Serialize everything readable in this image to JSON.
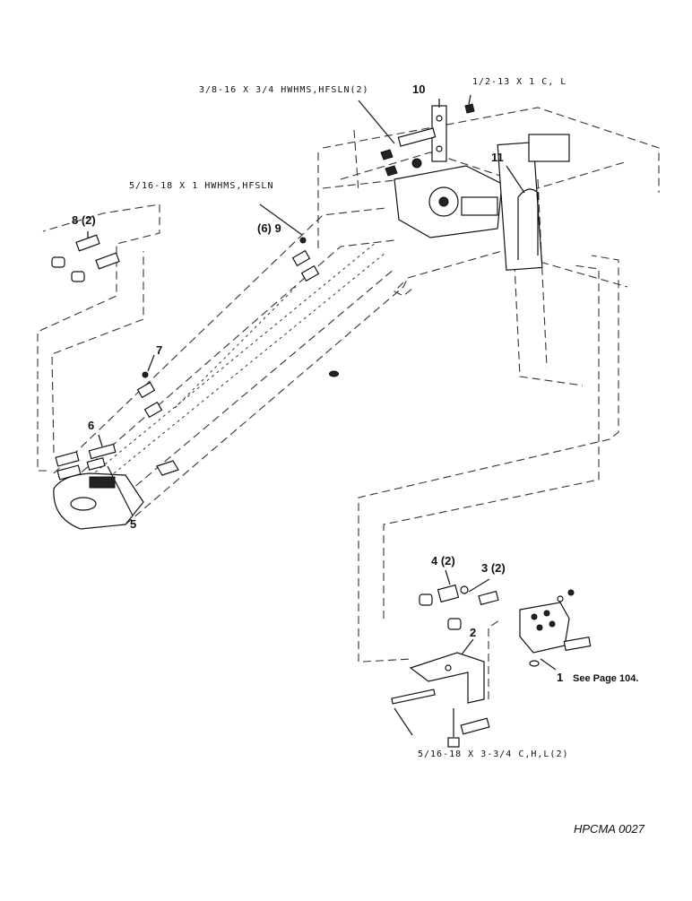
{
  "labels": {
    "bolt_10_spec": "3/8-16 X 3/4 HWHMS,HFSLN(2)",
    "bolt_cl_spec": "1/2-13 X 1 C, L",
    "bolt_9_spec": "5/16-18 X 1 HWHMS,HFSLN",
    "bolt_bottom_spec": "5/16-18 X 3-3/4 C,H,L(2)",
    "see_page": "See Page 104."
  },
  "callouts": {
    "p1": "1",
    "p2": "2",
    "p3": "3 (2)",
    "p4": "4 (2)",
    "p5": "5",
    "p6": "6",
    "p7": "7",
    "p8": "8 (2)",
    "p9": "(6) 9",
    "p10": "10",
    "p11": "11"
  },
  "figure_code": "HPCMA 0027"
}
